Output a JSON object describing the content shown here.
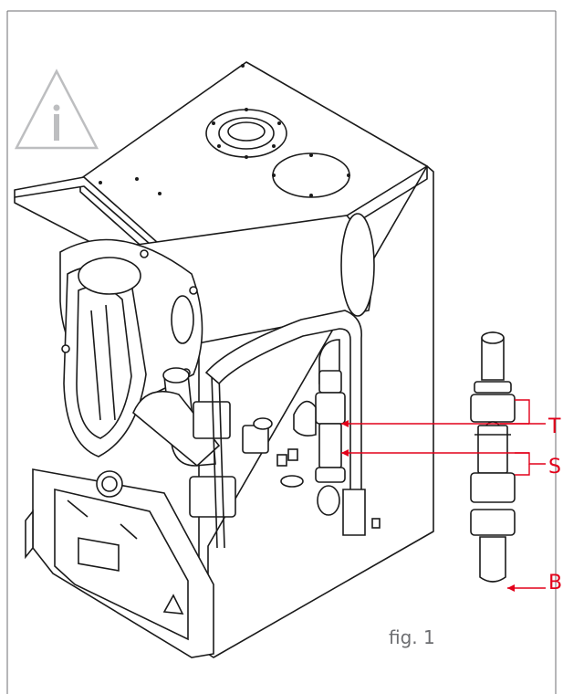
{
  "diagram": {
    "callouts": [
      {
        "letter": "T"
      },
      {
        "letter": "S"
      },
      {
        "letter": "B"
      }
    ],
    "caption": "fig. 1",
    "info_icon_glyph": "i",
    "colors": {
      "callout": "#e2001a",
      "line_art": "#1a1a1a",
      "frame": "#6d6e71",
      "icon": "#bdbec0"
    }
  }
}
